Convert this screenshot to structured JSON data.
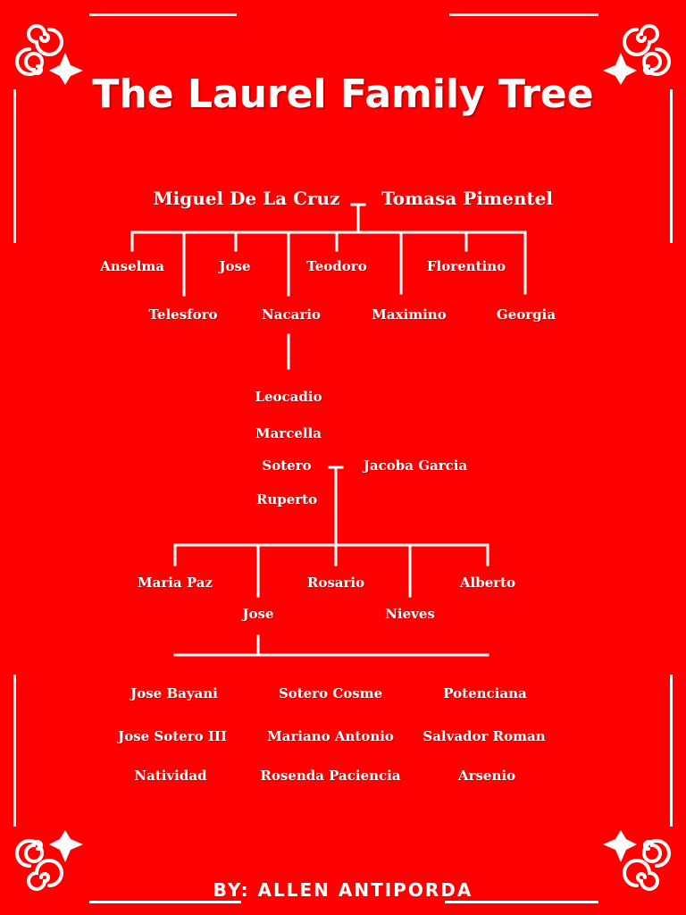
{
  "title": "The Laurel Family Tree",
  "credit": "BY: ALLEN ANTIPORDA",
  "colors": {
    "background": "#ff0000",
    "foreground": "#ffffff"
  },
  "gen1": {
    "father": "Miguel De La Cruz",
    "mother": "Tomasa Pimentel"
  },
  "gen2": [
    "Anselma",
    "Telesforo",
    "Jose",
    "Nacario",
    "Teodoro",
    "Maximino",
    "Florentino",
    "Georgia"
  ],
  "gen3_line": [
    "Leocadio",
    "Marcella",
    "Sotero",
    "Ruperto"
  ],
  "gen3_spouse": "Jacoba Garcia",
  "gen4": [
    "Maria Paz",
    "Jose",
    "Rosario",
    "Nieves",
    "Alberto"
  ],
  "gen5": [
    "Jose Bayani",
    "Sotero Cosme",
    "Potenciana",
    "Jose Sotero III",
    "Mariano Antonio",
    "Salvador Roman",
    "Natividad",
    "Rosenda Paciencia",
    "Arsenio"
  ],
  "decor_icons": [
    "swirl-corner-icon"
  ]
}
